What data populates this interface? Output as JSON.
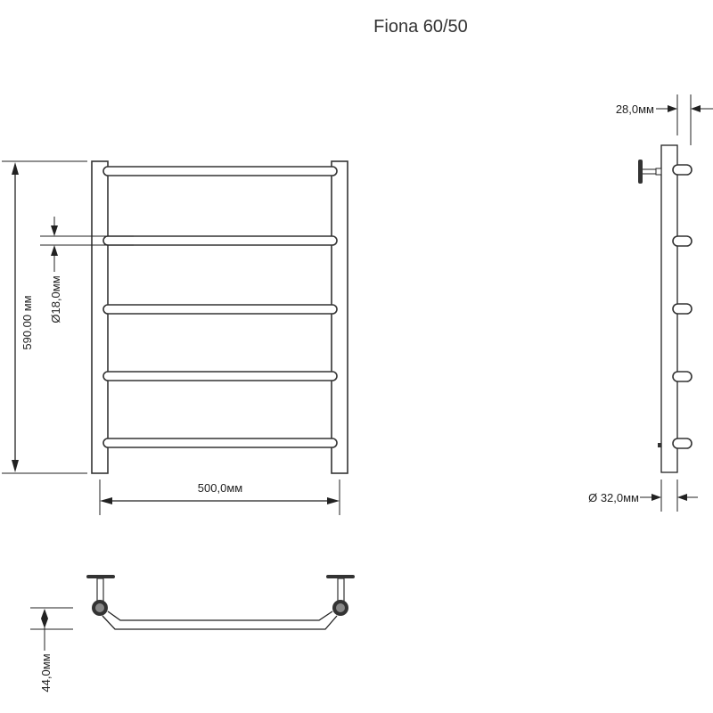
{
  "title": "Fiona 60/50",
  "front_view": {
    "height_label": "590.00 мм",
    "width_label": "500,0мм",
    "bar_diameter_label": "Ø18,0мм",
    "bar_count": 5
  },
  "side_view": {
    "depth_label": "28,0мм",
    "pipe_diameter_label": "Ø 32,0мм"
  },
  "top_view": {
    "offset_label": "44,0мм"
  },
  "colors": {
    "line": "#222222",
    "background": "#ffffff"
  }
}
